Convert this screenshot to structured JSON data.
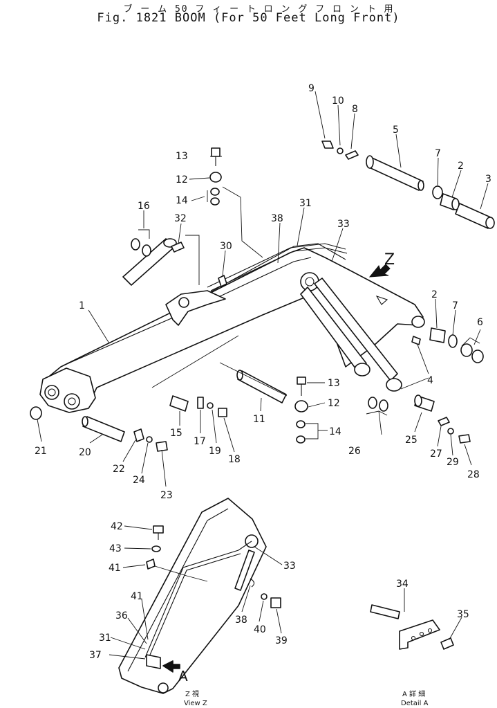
{
  "title_jp": "ブ ー ム  50 フ ィ ー ト  ロ ン グ  フ ロ ン ト 用",
  "title_en": "Fig. 1821  BOOM (For 50 Feet Long Front)",
  "view_z": {
    "letter": "Z",
    "caption_jp": "Z  視",
    "caption_en": "View Z"
  },
  "detail_a": {
    "letter": "A",
    "caption_jp": "A 詳 細",
    "caption_en": "Detail A"
  },
  "callouts": [
    {
      "id": "c1",
      "label": "1"
    },
    {
      "id": "c2a",
      "label": "2"
    },
    {
      "id": "c2b",
      "label": "2"
    },
    {
      "id": "c3",
      "label": "3"
    },
    {
      "id": "c4",
      "label": "4"
    },
    {
      "id": "c5",
      "label": "5"
    },
    {
      "id": "c6",
      "label": "6"
    },
    {
      "id": "c7a",
      "label": "7"
    },
    {
      "id": "c7b",
      "label": "7"
    },
    {
      "id": "c8",
      "label": "8"
    },
    {
      "id": "c9",
      "label": "9"
    },
    {
      "id": "c10",
      "label": "10"
    },
    {
      "id": "c11",
      "label": "11"
    },
    {
      "id": "c12a",
      "label": "12"
    },
    {
      "id": "c12b",
      "label": "12"
    },
    {
      "id": "c13a",
      "label": "13"
    },
    {
      "id": "c13b",
      "label": "13"
    },
    {
      "id": "c14a",
      "label": "14"
    },
    {
      "id": "c14b",
      "label": "14"
    },
    {
      "id": "c15",
      "label": "15"
    },
    {
      "id": "c16",
      "label": "16"
    },
    {
      "id": "c17",
      "label": "17"
    },
    {
      "id": "c18",
      "label": "18"
    },
    {
      "id": "c19",
      "label": "19"
    },
    {
      "id": "c20",
      "label": "20"
    },
    {
      "id": "c21",
      "label": "21"
    },
    {
      "id": "c22",
      "label": "22"
    },
    {
      "id": "c23",
      "label": "23"
    },
    {
      "id": "c24",
      "label": "24"
    },
    {
      "id": "c25",
      "label": "25"
    },
    {
      "id": "c26",
      "label": "26"
    },
    {
      "id": "c27",
      "label": "27"
    },
    {
      "id": "c28",
      "label": "28"
    },
    {
      "id": "c29",
      "label": "29"
    },
    {
      "id": "c30",
      "label": "30"
    },
    {
      "id": "c31a",
      "label": "31"
    },
    {
      "id": "c31b",
      "label": "31"
    },
    {
      "id": "c32",
      "label": "32"
    },
    {
      "id": "c33a",
      "label": "33"
    },
    {
      "id": "c33b",
      "label": "33"
    },
    {
      "id": "c34",
      "label": "34"
    },
    {
      "id": "c35",
      "label": "35"
    },
    {
      "id": "c36",
      "label": "36"
    },
    {
      "id": "c37",
      "label": "37"
    },
    {
      "id": "c38a",
      "label": "38"
    },
    {
      "id": "c38b",
      "label": "38"
    },
    {
      "id": "c39",
      "label": "39"
    },
    {
      "id": "c40",
      "label": "40"
    },
    {
      "id": "c41a",
      "label": "41"
    },
    {
      "id": "c41b",
      "label": "41"
    },
    {
      "id": "c42",
      "label": "42"
    },
    {
      "id": "c43",
      "label": "43"
    }
  ]
}
